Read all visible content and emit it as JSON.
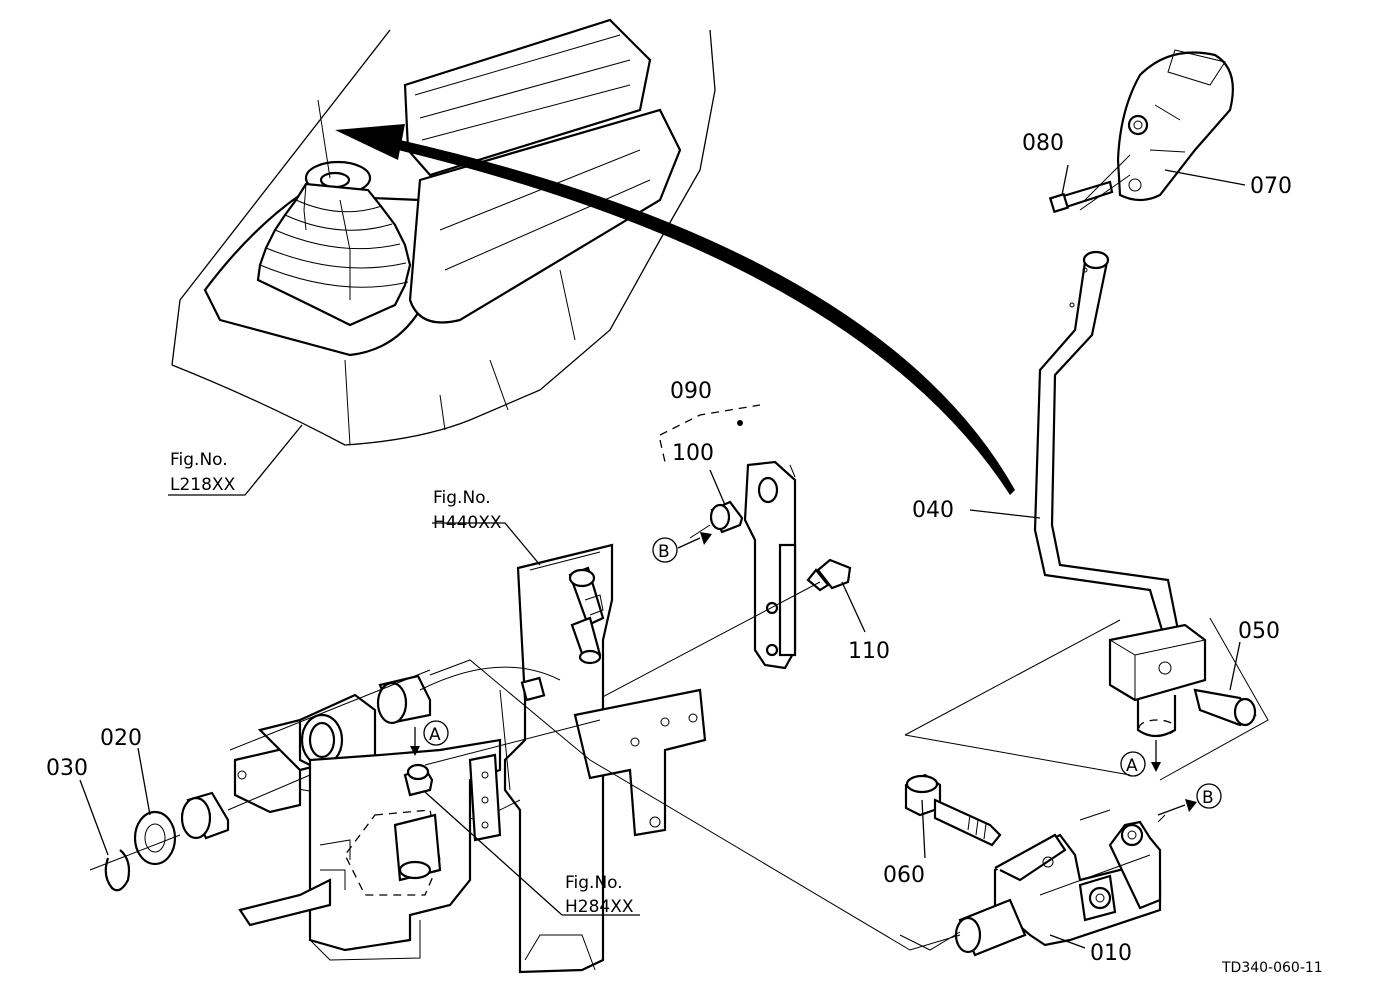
{
  "parts": [
    {
      "id": "part-010",
      "number": "010"
    },
    {
      "id": "part-020",
      "number": "020"
    },
    {
      "id": "part-030",
      "number": "030"
    },
    {
      "id": "part-040",
      "number": "040"
    },
    {
      "id": "part-050",
      "number": "050"
    },
    {
      "id": "part-060",
      "number": "060"
    },
    {
      "id": "part-070",
      "number": "070"
    },
    {
      "id": "part-080",
      "number": "080"
    },
    {
      "id": "part-090",
      "number": "090"
    },
    {
      "id": "part-100",
      "number": "100"
    },
    {
      "id": "part-110",
      "number": "110"
    }
  ],
  "figure_refs": {
    "fig_label": "Fig.No.",
    "l218": "L218XX",
    "h440": "H440XX",
    "h284": "H284XX"
  },
  "markers": {
    "a": "A",
    "b": "B"
  },
  "drawing_code": "TD340-060-11"
}
